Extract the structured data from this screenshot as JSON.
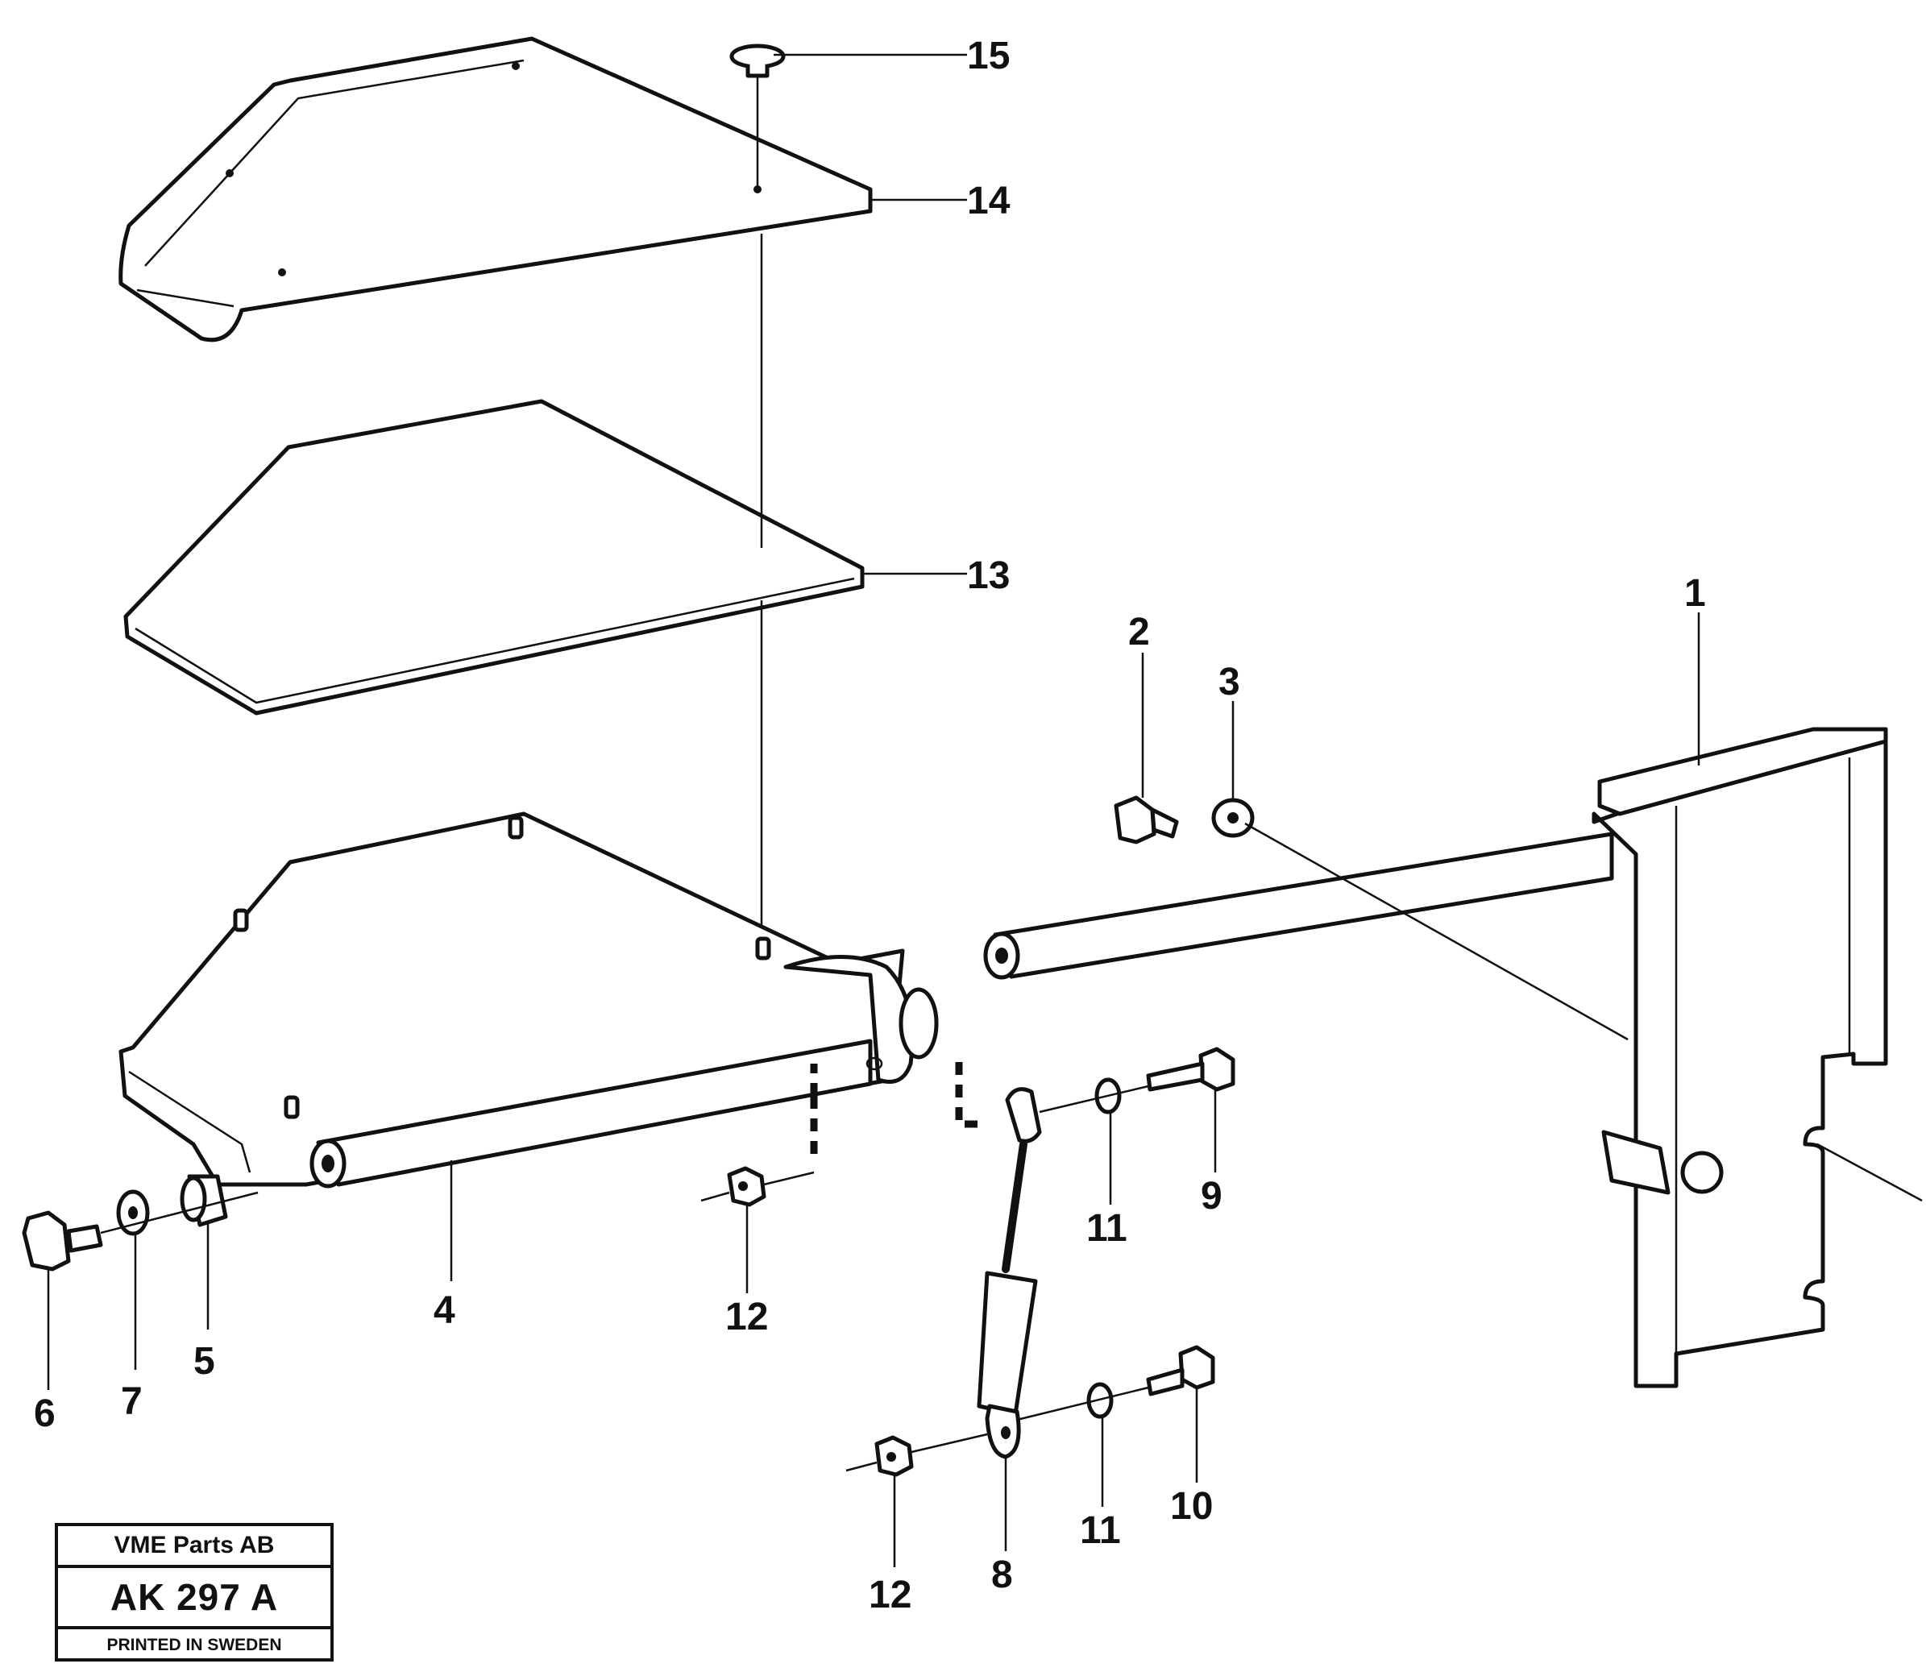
{
  "callouts": {
    "c1": "1",
    "c2": "2",
    "c3": "3",
    "c4": "4",
    "c5": "5",
    "c6": "6",
    "c7": "7",
    "c8": "8",
    "c9": "9",
    "c10": "10",
    "c11a": "11",
    "c11b": "11",
    "c12a": "12",
    "c12b": "12",
    "c13": "13",
    "c14": "14",
    "c15": "15"
  },
  "title_block": {
    "company": "VME Parts AB",
    "drawing_no": "AK 297 A",
    "printed": "PRINTED IN SWEDEN"
  }
}
